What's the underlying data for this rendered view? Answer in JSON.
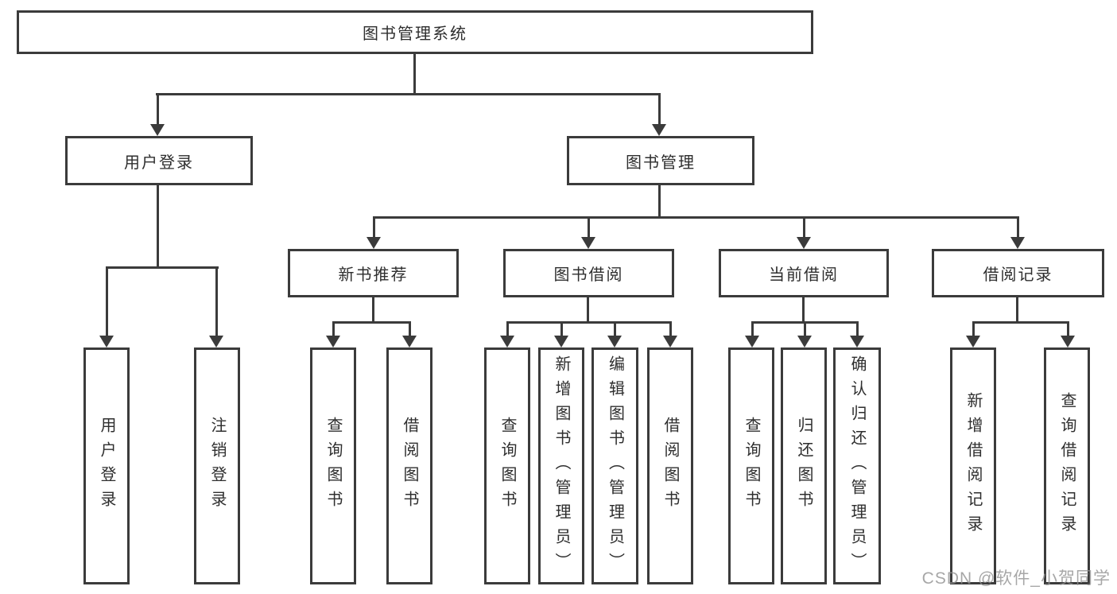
{
  "diagram_type": "function-structure-tree",
  "colors": {
    "background": "#ffffff",
    "line": "#3b3b3b",
    "box_border": "#3b3b3b",
    "text": "#2e2e2e",
    "watermark": "#919191"
  },
  "watermark": {
    "text": "CSDN @软件_小贺同学"
  },
  "nodes": {
    "root": {
      "label": "图书管理系统"
    },
    "user_login": {
      "label": "用户登录"
    },
    "book_management": {
      "label": "图书管理"
    },
    "new_book_recommend": {
      "label": "新书推荐"
    },
    "book_borrow": {
      "label": "图书借阅"
    },
    "current_borrow": {
      "label": "当前借阅"
    },
    "borrow_records": {
      "label": "借阅记录"
    },
    "ul_user_login": {
      "label": "用户登录"
    },
    "ul_logout": {
      "label": "注销登录"
    },
    "nbr_query_book": {
      "label": "查询图书"
    },
    "nbr_borrow_book": {
      "label": "借阅图书"
    },
    "bb_query_book": {
      "label": "查询图书"
    },
    "bb_add_book": {
      "label": "新增图书（管理员）"
    },
    "bb_edit_book": {
      "label": "编辑图书（管理员）"
    },
    "bb_borrow_book": {
      "label": "借阅图书"
    },
    "cb_query_book": {
      "label": "查询图书"
    },
    "cb_return_book": {
      "label": "归还图书"
    },
    "cb_confirm_return": {
      "label": "确认归还（管理员）"
    },
    "br_add_record": {
      "label": "新增借阅记录"
    },
    "br_query_record": {
      "label": "查询借阅记录"
    }
  },
  "hierarchy": {
    "图书管理系统": {
      "用户登录": [
        "用户登录",
        "注销登录"
      ],
      "图书管理": {
        "新书推荐": [
          "查询图书",
          "借阅图书"
        ],
        "图书借阅": [
          "查询图书",
          "新增图书（管理员）",
          "编辑图书（管理员）",
          "借阅图书"
        ],
        "当前借阅": [
          "查询图书",
          "归还图书",
          "确认归还（管理员）"
        ],
        "借阅记录": [
          "新增借阅记录",
          "查询借阅记录"
        ]
      }
    }
  }
}
